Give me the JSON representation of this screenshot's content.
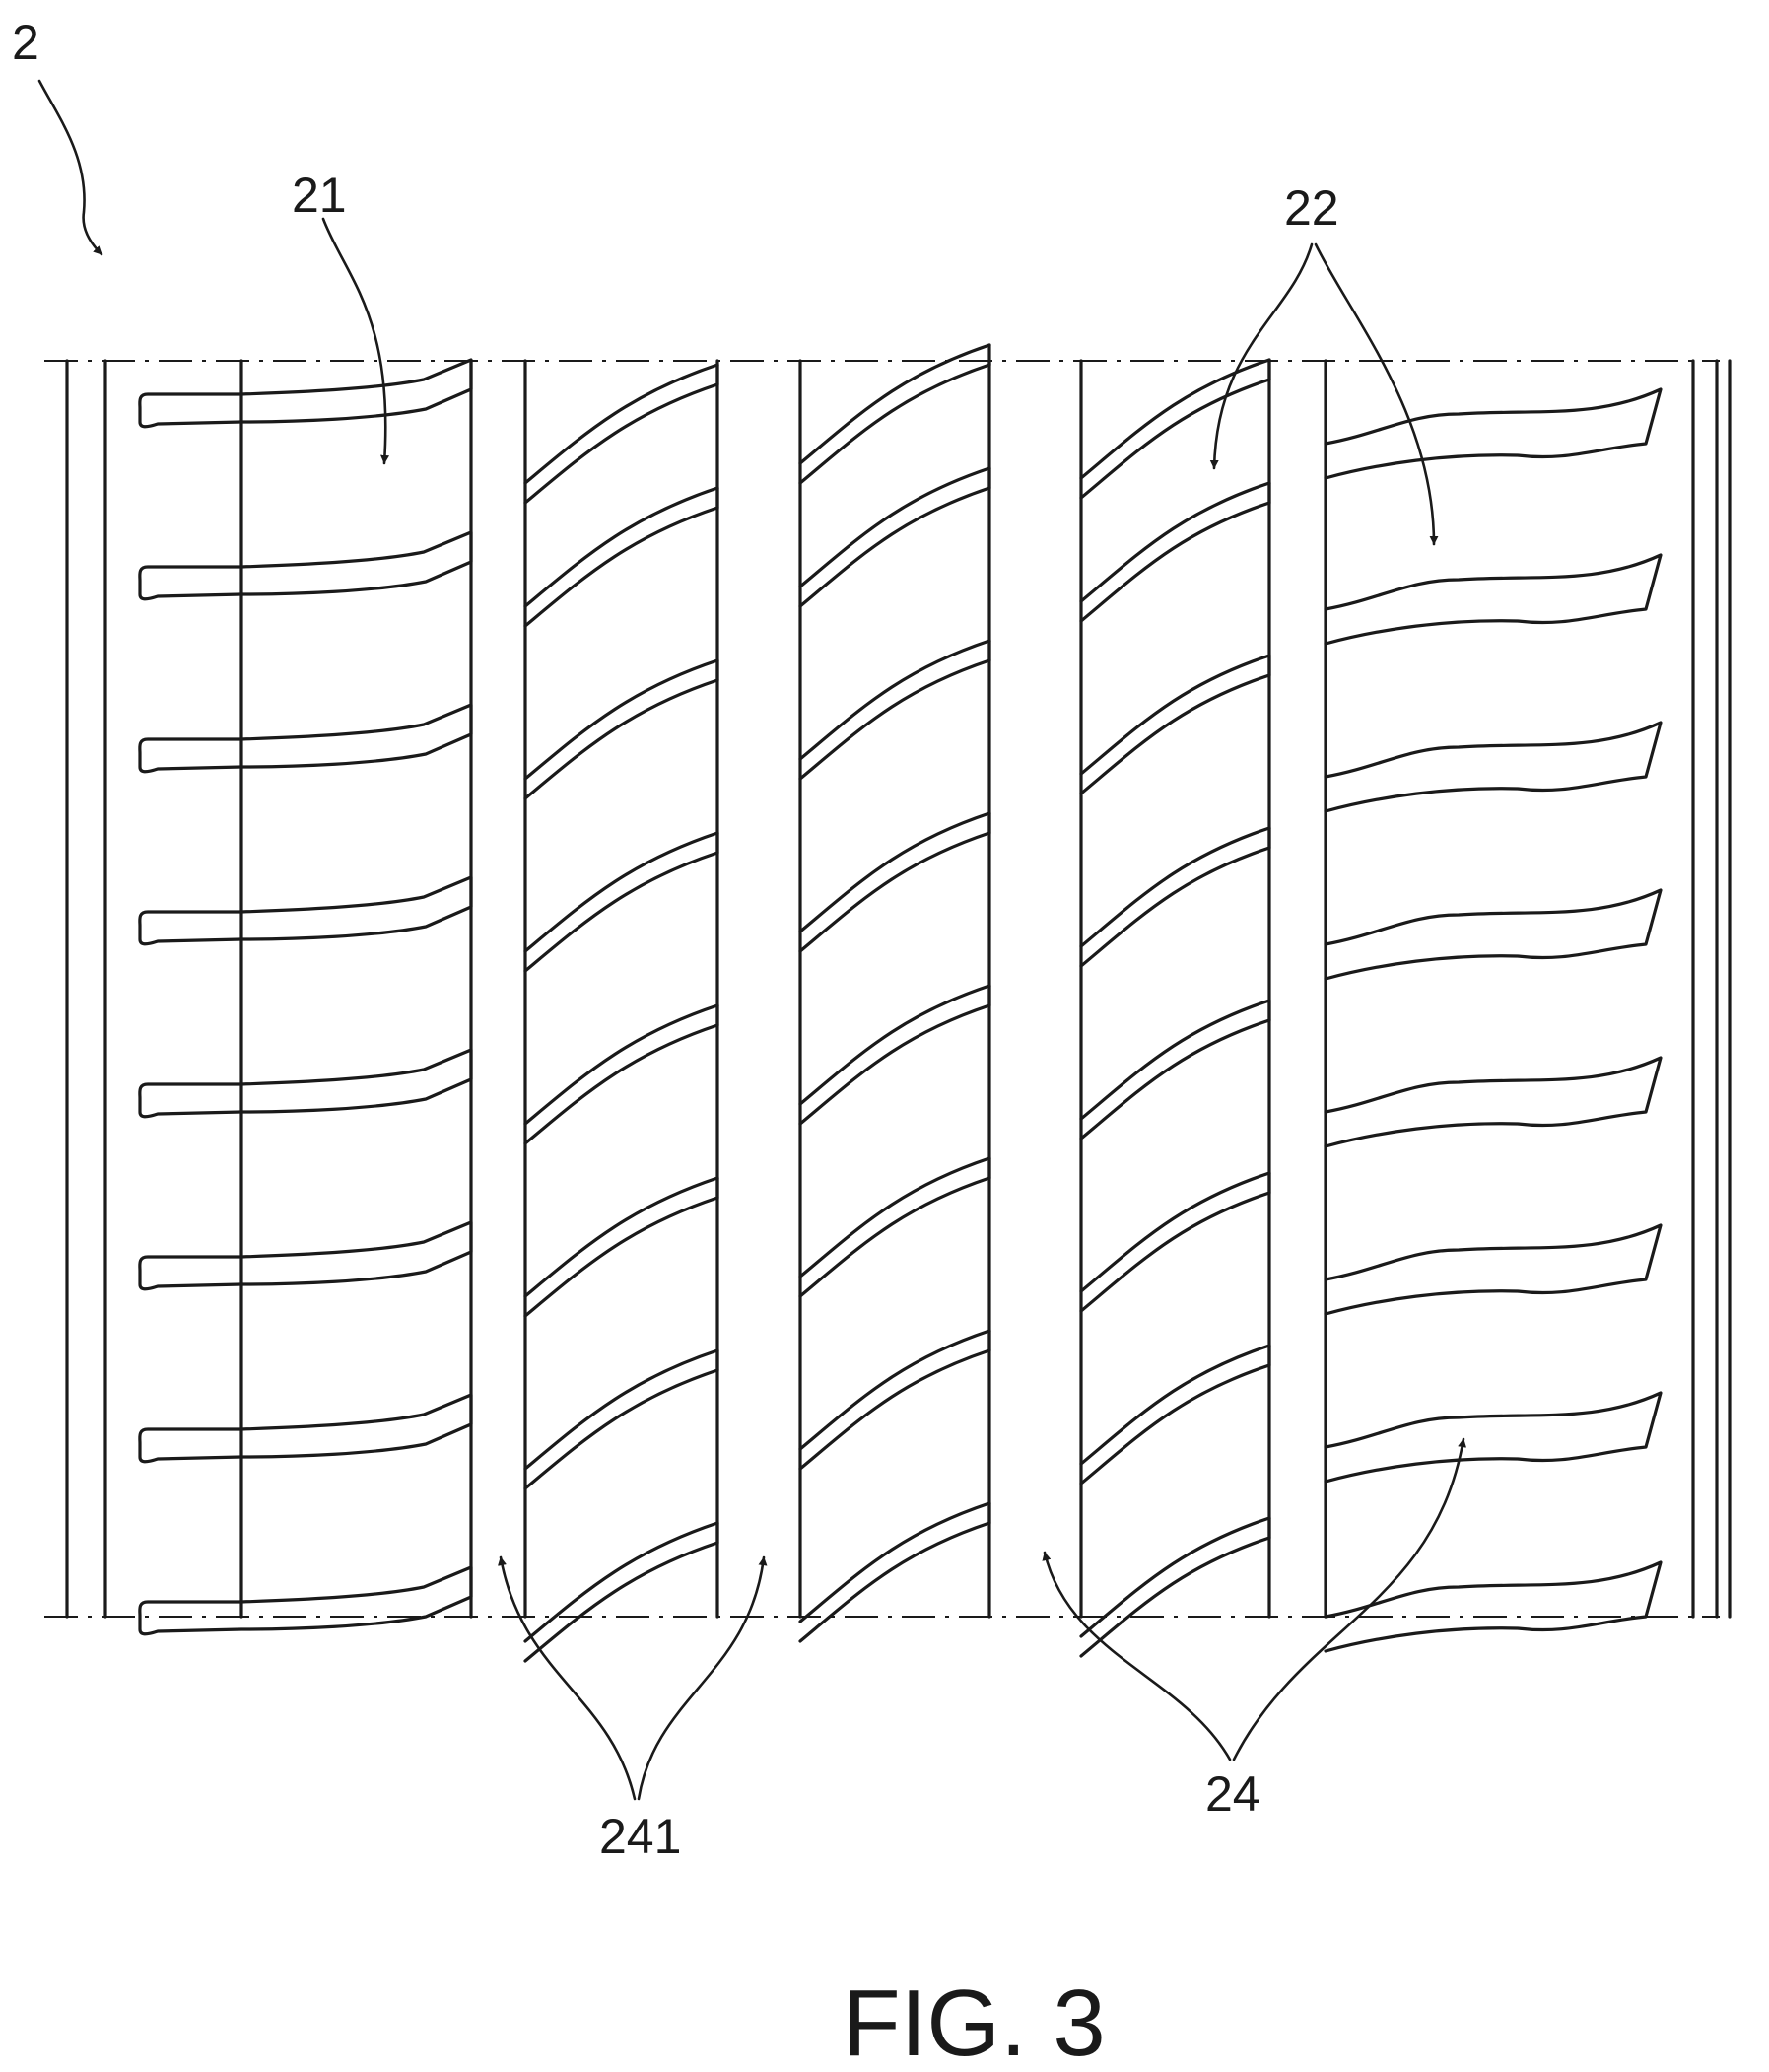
{
  "figure": {
    "caption": "FIG. 3",
    "labels": {
      "tire": "2",
      "shoulder_block": "21",
      "blocks": "22",
      "grooves": "24",
      "groove_walls": "241"
    },
    "colors": {
      "ink": "#1a1a1a",
      "background": "#ffffff"
    }
  }
}
